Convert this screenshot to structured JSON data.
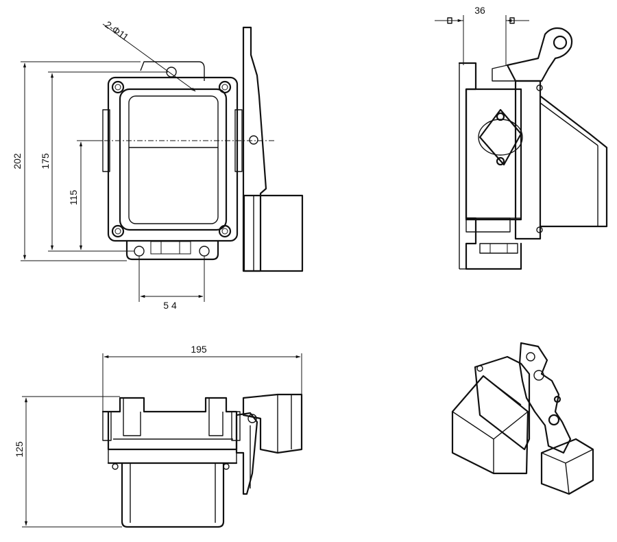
{
  "dimensions": {
    "width_202": "202",
    "height_175": "175",
    "height_115": "115",
    "spacing_54": "54",
    "hole_callout": "2-Φ11",
    "width_36": "36",
    "width_195": "195",
    "height_125": "125"
  },
  "colors": {
    "line": "#111111",
    "background": "#ffffff"
  }
}
